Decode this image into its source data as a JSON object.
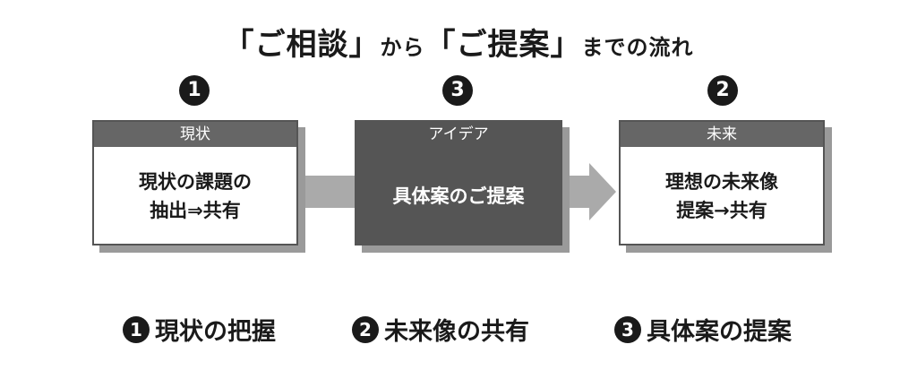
{
  "title": {
    "part1": "「ご相談」",
    "part2": "から",
    "part3": "「ご提案」",
    "part4": "までの流れ"
  },
  "steps": [
    {
      "num": "1",
      "header": "現状",
      "line1": "現状の課題の",
      "line2": "抽出⇒共有"
    },
    {
      "num": "3",
      "header": "アイデア",
      "line1": "具体案のご提案",
      "line2": ""
    },
    {
      "num": "2",
      "header": "未来",
      "line1": "理想の未来像",
      "line2": "提案→共有"
    }
  ],
  "bottom": [
    {
      "num": "1",
      "label": "現状の把握"
    },
    {
      "num": "2",
      "label": "未来像の共有"
    },
    {
      "num": "3",
      "label": "具体案の提案"
    }
  ],
  "colors": {
    "dark_box": "#555555",
    "header": "#666666",
    "arrow": "#aaaaaa",
    "shadow": "#9a9a9a"
  }
}
